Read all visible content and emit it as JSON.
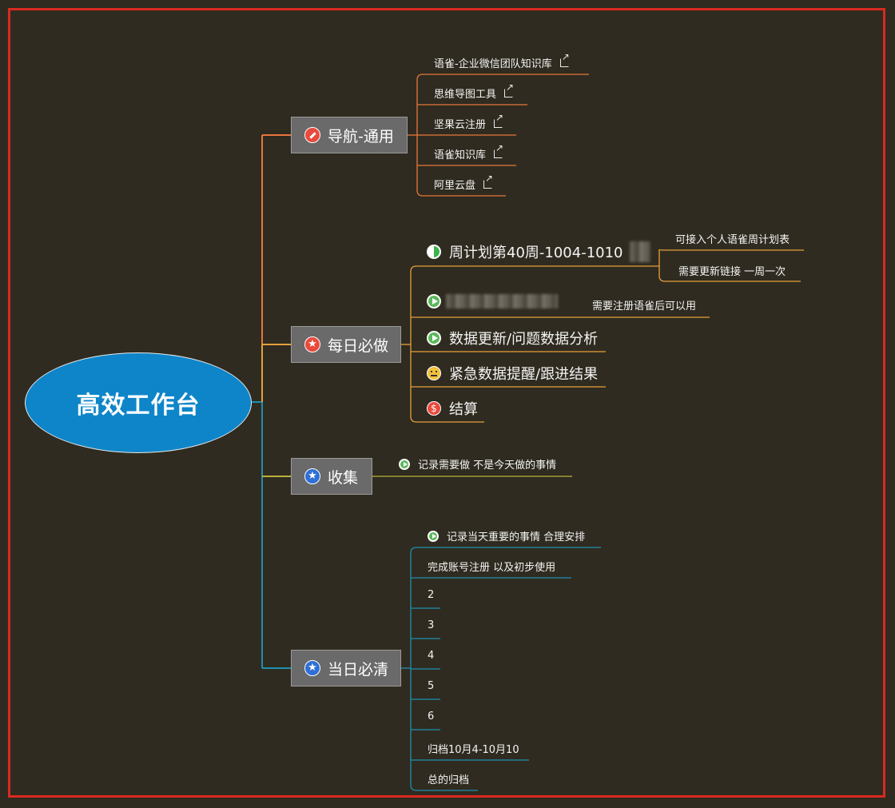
{
  "root": {
    "label": "高效工作台"
  },
  "colors": {
    "background": "#2f2b20",
    "frame": "#d92a20",
    "root_fill": "#0e85c9",
    "branch_nav": "#e8763a",
    "branch_daily": "#e6a03a",
    "branch_collect": "#b7b23a",
    "branch_today": "#1f8fb0"
  },
  "branches": {
    "nav": {
      "label": "导航-通用",
      "icon": "pin-icon",
      "items": [
        "语雀-企业微信团队知识库",
        "思维导图工具",
        "坚果云注册",
        "语雀知识库",
        "阿里云盘"
      ]
    },
    "daily": {
      "label": "每日必做",
      "icon": "star-icon",
      "items": [
        {
          "label": "周计划第40周-1004-1010",
          "icon": "half-circle-icon",
          "notes": [
            "可接入个人语雀周计划表",
            "需要更新链接 一周一次"
          ]
        },
        {
          "label": "",
          "icon": "play-icon",
          "note": "需要注册语雀后可以用"
        },
        {
          "label": "数据更新/问题数据分析",
          "icon": "play-icon"
        },
        {
          "label": "紧急数据提醒/跟进结果",
          "icon": "neutral-face-icon"
        },
        {
          "label": "结算",
          "icon": "dollar-icon"
        }
      ]
    },
    "collect": {
      "label": "收集",
      "icon": "star-icon",
      "items": [
        "记录需要做 不是今天做的事情"
      ]
    },
    "today": {
      "label": "当日必清",
      "icon": "star-icon",
      "items": [
        "记录当天重要的事情 合理安排",
        "完成账号注册 以及初步使用",
        "2",
        "3",
        "4",
        "5",
        "6",
        "归档10月4-10月10",
        "总的归档"
      ]
    }
  }
}
